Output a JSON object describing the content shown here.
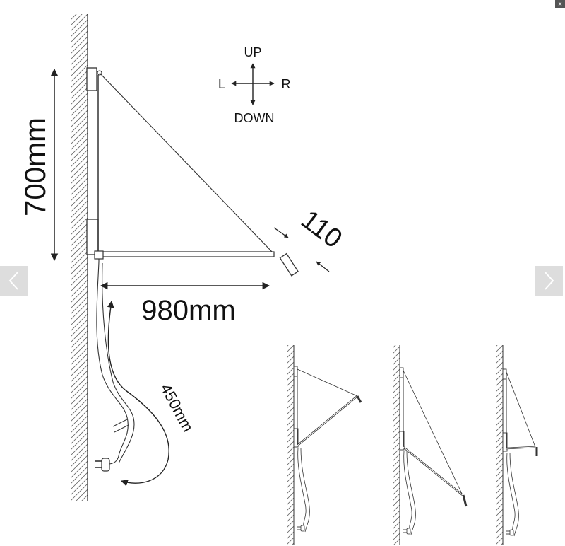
{
  "colors": {
    "line": "#333333",
    "text": "#111111",
    "nav_bg": "#d2d2d2",
    "close_bg": "#555555"
  },
  "compass": {
    "up": "UP",
    "left": "L",
    "right": "R",
    "down": "DOWN"
  },
  "dimensions": {
    "height": "700mm",
    "length": "980mm",
    "tilt": "110",
    "cable": "450mm"
  },
  "navigation": {
    "prev_icon": "chevron-left-icon",
    "next_icon": "chevron-right-icon",
    "close_label": "x"
  }
}
